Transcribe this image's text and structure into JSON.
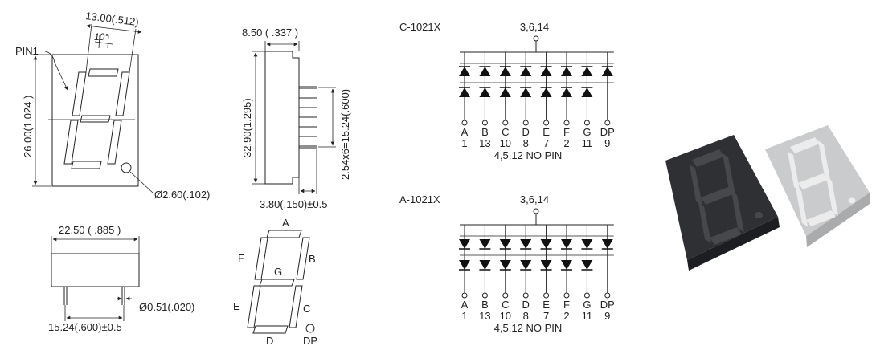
{
  "front_view": {
    "width_label": "13.00(.512)",
    "angle_label": "10°",
    "pin1_label": "PIN1",
    "height_label": "26.00(1.024   )",
    "dp_dia_label": "Ø2.60(.102)"
  },
  "side_view": {
    "depth_label": "8.50  ( .337  )",
    "height_label": "32.90(1.295)",
    "pitch_label": "2.54x6=15.24(.600)",
    "pin_offset_label": "3.80(.150)±0.5"
  },
  "bottom_view": {
    "width_label": "22.50  ( .885  )",
    "pin_dia_label": "Ø0.51(.020)",
    "row_spacing_label": "15.24(.600)±0.5"
  },
  "segment_map": {
    "labels": [
      "A",
      "B",
      "C",
      "D",
      "E",
      "F",
      "G"
    ],
    "dp_label": "DP"
  },
  "circuits": [
    {
      "title": "C-1021X",
      "common_pins": "3,6,14",
      "no_pin_note": "4,5,12 NO PIN",
      "direction": "up",
      "segments": [
        "A",
        "B",
        "C",
        "D",
        "E",
        "F",
        "G",
        "DP"
      ],
      "pins": [
        "1",
        "13",
        "10",
        "8",
        "7",
        "2",
        "11",
        "9"
      ]
    },
    {
      "title": "A-1021X",
      "common_pins": "3,6,14",
      "no_pin_note": "4,5,12 NO PIN",
      "direction": "down",
      "segments": [
        "A",
        "B",
        "C",
        "D",
        "E",
        "F",
        "G",
        "DP"
      ],
      "pins": [
        "1",
        "13",
        "10",
        "8",
        "7",
        "2",
        "11",
        "9"
      ]
    }
  ],
  "photo": {
    "colors": {
      "dark_body": "#2f3033",
      "dark_segment": "#46484b",
      "light_body": "#c9cbcc",
      "light_segment": "#ececec"
    }
  }
}
